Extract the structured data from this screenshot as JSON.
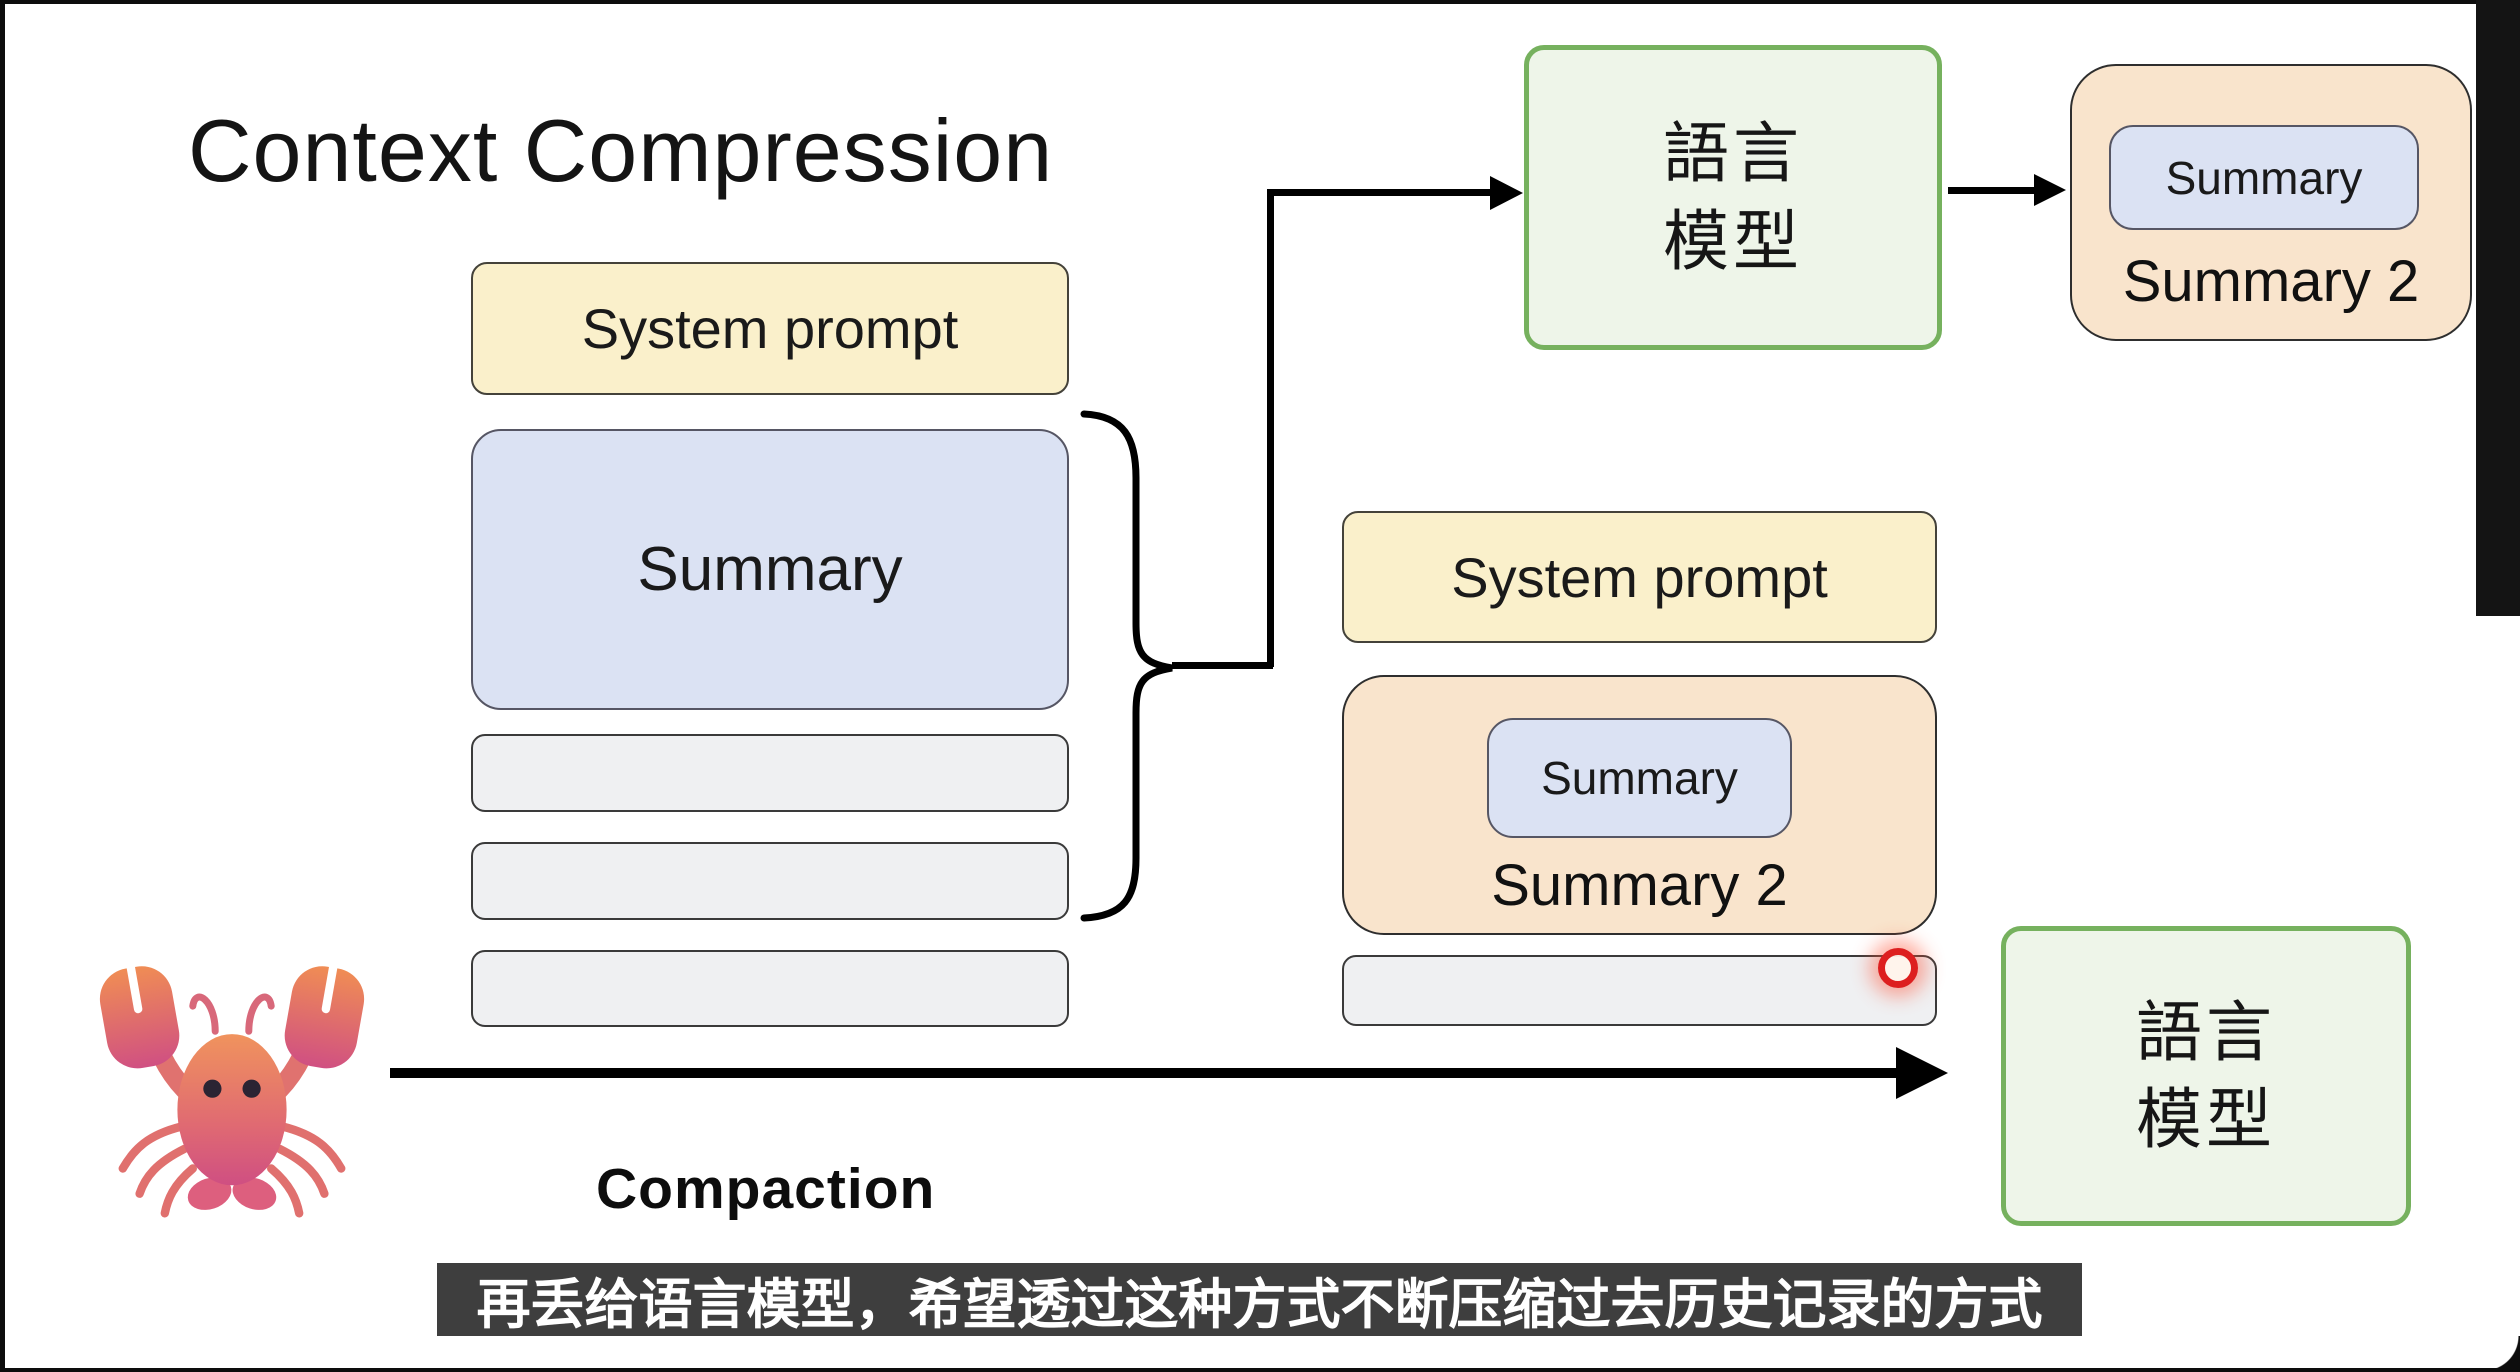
{
  "slide": {
    "title": "Context Compression",
    "compaction_label": "Compaction",
    "subtitle": "再丢给语言模型，希望透过这种方式不断压缩过去历史记录的方式"
  },
  "left_column": {
    "system_prompt": "System prompt",
    "summary": "Summary",
    "history_bar_count": 3
  },
  "top_flow": {
    "language_model": {
      "line1": "語言",
      "line2": "模型"
    },
    "result_box": {
      "summary_inner": "Summary",
      "summary2": "Summary 2"
    }
  },
  "middle_column": {
    "system_prompt": "System prompt",
    "compacted_box": {
      "summary_inner": "Summary",
      "summary2": "Summary 2"
    },
    "history_bar_count": 1
  },
  "right_flow": {
    "language_model": {
      "line1": "語言",
      "line2": "模型"
    }
  },
  "colors": {
    "yellow_fill": "#faf0cb",
    "lavender_fill": "#dbe2f3",
    "peach_fill": "#f9e4cc",
    "green_fill": "#eef5e9",
    "green_border": "#76b15e",
    "gray_fill": "#eff0f2",
    "subtitle_bg": "#3e3e3e",
    "laser_red": "#dd1f1f",
    "lobster_orange": "#f08d5c",
    "lobster_pink": "#d4547c"
  },
  "icons": {
    "lobster": "lobster-emoji",
    "laser_dot": "laser-pointer-dot",
    "brace": "curly-brace-right"
  }
}
